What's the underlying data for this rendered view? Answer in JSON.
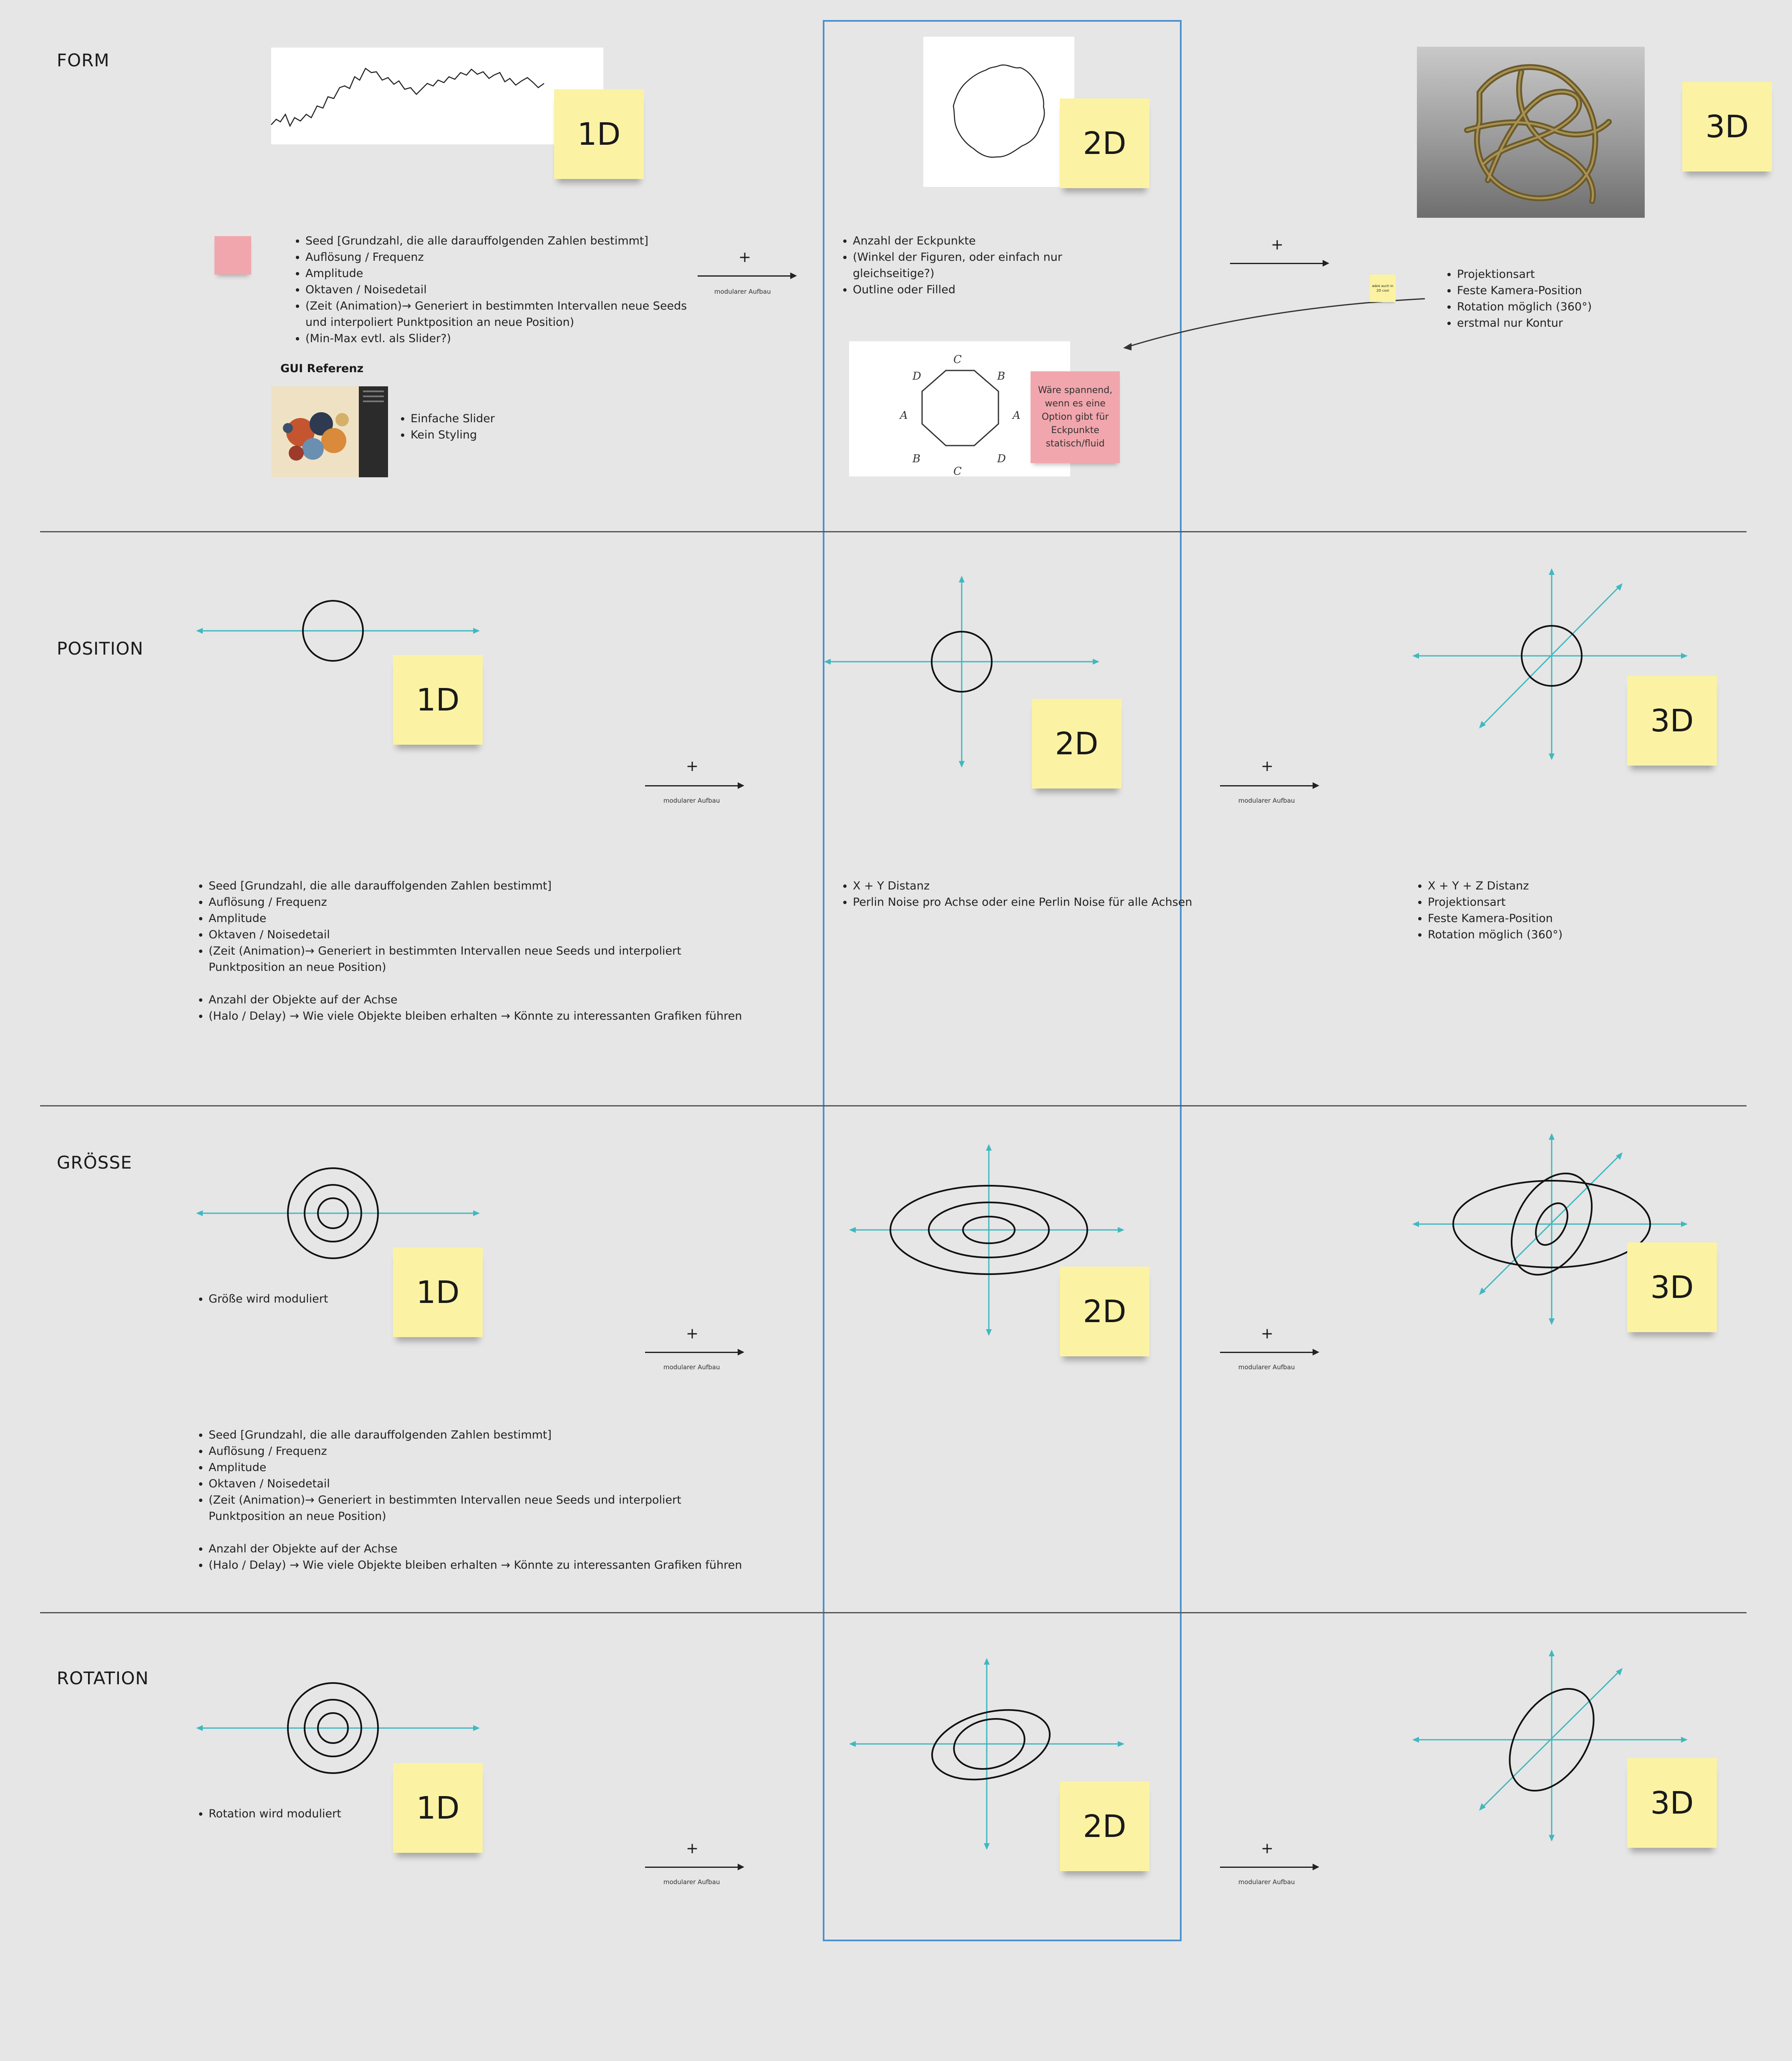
{
  "sections": {
    "form": "FORM",
    "position": "POSITION",
    "groesse": "GRÖSSE",
    "rotation": "ROTATION"
  },
  "stickies": {
    "d1": "1D",
    "d2": "2D",
    "d3": "3D"
  },
  "connector": {
    "plus": "+",
    "caption": "modularer Aufbau"
  },
  "form": {
    "list_1d": [
      "Seed [Grundzahl, die alle darauffolgenden Zahlen bestimmt]",
      "Auflösung / Frequenz",
      "Amplitude",
      "Oktaven / Noisedetail",
      "(Zeit (Animation)→ Generiert in bestimmten Intervallen neue Seeds und interpoliert Punktposition an neue Position)",
      "(Min-Max evtl. als Slider?)"
    ],
    "gui_title": "GUI Referenz",
    "gui_list": [
      "Einfache Slider",
      "Kein Styling"
    ],
    "list_2d": [
      "Anzahl der Eckpunkte",
      "(Winkel der Figuren, oder einfach nur gleichseitige?)",
      "Outline oder Filled"
    ],
    "pink_note": "Wäre spannend, wenn es eine Option gibt für Eckpunkte statisch/fluid",
    "polygon_labels": [
      "C",
      "B",
      "D",
      "A",
      "A",
      "B",
      "C",
      "D"
    ],
    "mini_note": "wäre auch in 2D cool",
    "list_3d": [
      "Projektionsart",
      "Feste Kamera-Position",
      "Rotation möglich (360°)",
      "erstmal nur Kontur"
    ]
  },
  "position": {
    "list_1d": [
      "Seed [Grundzahl, die alle darauffolgenden Zahlen bestimmt]",
      "Auflösung / Frequenz",
      "Amplitude",
      "Oktaven / Noisedetail",
      "(Zeit (Animation)→ Generiert in bestimmten Intervallen neue Seeds und interpoliert Punktposition an neue Position)",
      "",
      "Anzahl der Objekte auf der Achse",
      "(Halo / Delay) → Wie viele Objekte bleiben erhalten → Könnte zu interessanten Grafiken führen"
    ],
    "list_2d": [
      "X + Y Distanz",
      "Perlin Noise pro Achse oder eine Perlin Noise für alle Achsen"
    ],
    "list_3d": [
      "X + Y + Z Distanz",
      "Projektionsart",
      "Feste Kamera-Position",
      "Rotation möglich (360°)"
    ]
  },
  "groesse": {
    "note_1d": "Größe wird moduliert",
    "list_1d": [
      "Seed [Grundzahl, die alle darauffolgenden Zahlen bestimmt]",
      "Auflösung / Frequenz",
      "Amplitude",
      "Oktaven / Noisedetail",
      "(Zeit (Animation)→ Generiert in bestimmten Intervallen neue Seeds und interpoliert Punktposition an neue Position)",
      "",
      "Anzahl der Objekte auf der Achse",
      "(Halo / Delay) → Wie viele Objekte bleiben erhalten → Könnte zu interessanten Grafiken führen"
    ]
  },
  "rotation": {
    "note_1d": "Rotation wird moduliert"
  },
  "colors": {
    "background": "#e6e6e6",
    "sticky": "#fbf3a3",
    "pink": "#f1a6ad",
    "axis": "#3fb8c0",
    "frame": "#4a90d0"
  }
}
